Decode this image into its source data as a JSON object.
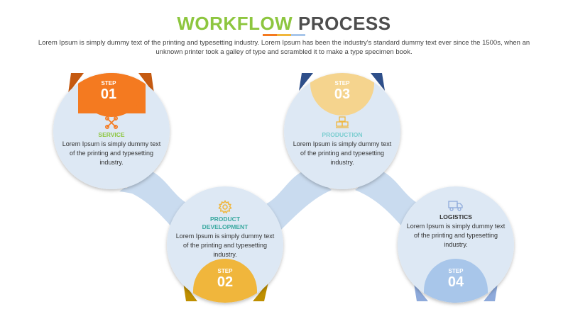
{
  "title": {
    "part1": "WORKFLOW",
    "part2": "PROCESS"
  },
  "subtitle": "Lorem Ipsum is simply dummy text of the printing and typesetting industry. Lorem Ipsum has been the industry's standard dummy text ever since the 1500s, when an unknown printer took a galley of type and scrambled it to make a type specimen book.",
  "steps": [
    {
      "step": "STEP",
      "num": "01",
      "heading": "SERVICE",
      "heading2": "",
      "text": "Lorem Ipsum is simply dummy text of the printing and typesetting industry.",
      "color": "#f47a20",
      "heading_color": "#8dc63f",
      "icon": "tools-icon"
    },
    {
      "step": "STEP",
      "num": "02",
      "heading": "PRODUCT",
      "heading2": "DEVELOPMENT",
      "text": "Lorem Ipsum is simply dummy text of the printing and typesetting industry.",
      "color": "#f0b63c",
      "heading_color": "#3aa9a0",
      "icon": "gear-icon"
    },
    {
      "step": "STEP",
      "num": "03",
      "heading": "PRODUCTION",
      "heading2": "",
      "text": "Lorem Ipsum is simply dummy text of the printing and typesetting industry.",
      "color": "#f5d48e",
      "heading_color": "#7bcdd0",
      "icon": "boxes-icon"
    },
    {
      "step": "STEP",
      "num": "04",
      "heading": "LOGISTICS",
      "heading2": "",
      "text": "Lorem Ipsum is simply dummy text of the printing and typesetting industry.",
      "color": "#a8c6ea",
      "heading_color": "#333333",
      "icon": "truck-icon"
    }
  ],
  "colors": {
    "circle_fill": "#dde8f4",
    "connector": "#c9dbef",
    "title_green": "#8dc63f",
    "title_gray": "#4d4d4d"
  }
}
